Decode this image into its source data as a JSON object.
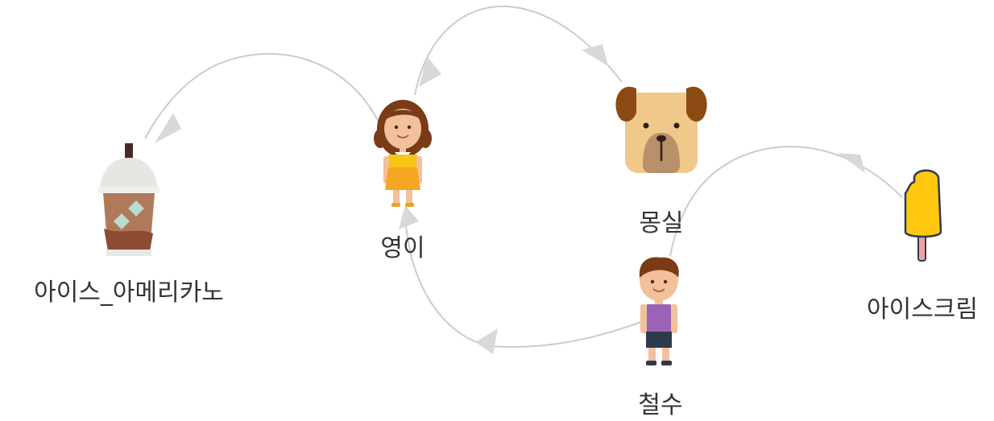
{
  "graph": {
    "nodes": [
      {
        "id": "americano",
        "label": "아이스_아메리카노",
        "icon": "iced-coffee-icon"
      },
      {
        "id": "younghee",
        "label": "영이",
        "icon": "girl-icon"
      },
      {
        "id": "mongsil",
        "label": "몽실",
        "icon": "dog-icon"
      },
      {
        "id": "icecream",
        "label": "아이스크림",
        "icon": "ice-cream-bar-icon"
      },
      {
        "id": "cheolsu",
        "label": "철수",
        "icon": "boy-icon"
      }
    ],
    "edges": [
      {
        "from": "younghee",
        "to": "americano"
      },
      {
        "from": "younghee",
        "to": "mongsil"
      },
      {
        "from": "mongsil",
        "to": "younghee"
      },
      {
        "from": "cheolsu",
        "to": "icecream"
      },
      {
        "from": "cheolsu",
        "to": "younghee"
      }
    ],
    "colors": {
      "edge": "#cccccc",
      "label": "#333333"
    }
  }
}
